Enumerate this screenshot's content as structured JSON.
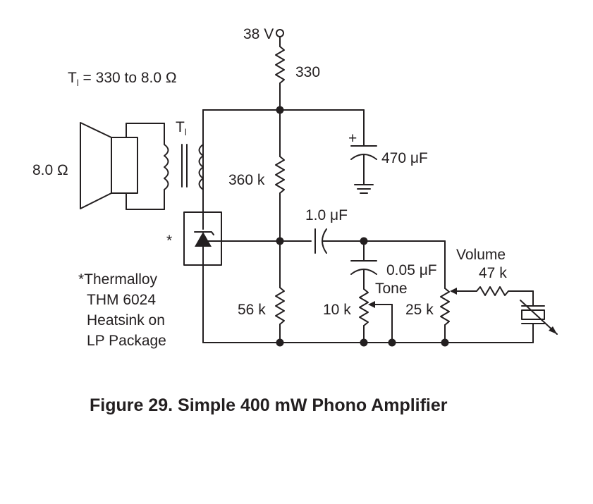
{
  "supply_label": "38 V",
  "r_supply": "330",
  "transformer_note": {
    "prefix": "T",
    "sub": "l",
    "rest": " = 330 to 8.0 Ω"
  },
  "transformer_label": {
    "main": "T",
    "sub": "l"
  },
  "speaker_label": "8.0 Ω",
  "c_filter": "470 μF",
  "c_filter_polarity": "+",
  "r_bias_top": "360 k",
  "r_bias_bottom": "56 k",
  "c_coupling": "1.0 μF",
  "c_tone": "0.05 μF",
  "tone_label": "Tone",
  "tone_pot": "10 k",
  "volume_label": "Volume",
  "r_volume_series": "47 k",
  "volume_pot": "25 k",
  "heatsink_marker": "*",
  "footnote": [
    "*Thermalloy",
    "THM 6024",
    "Heatsink on",
    "LP Package"
  ],
  "caption": "Figure 29. Simple 400 mW Phono Amplifier"
}
